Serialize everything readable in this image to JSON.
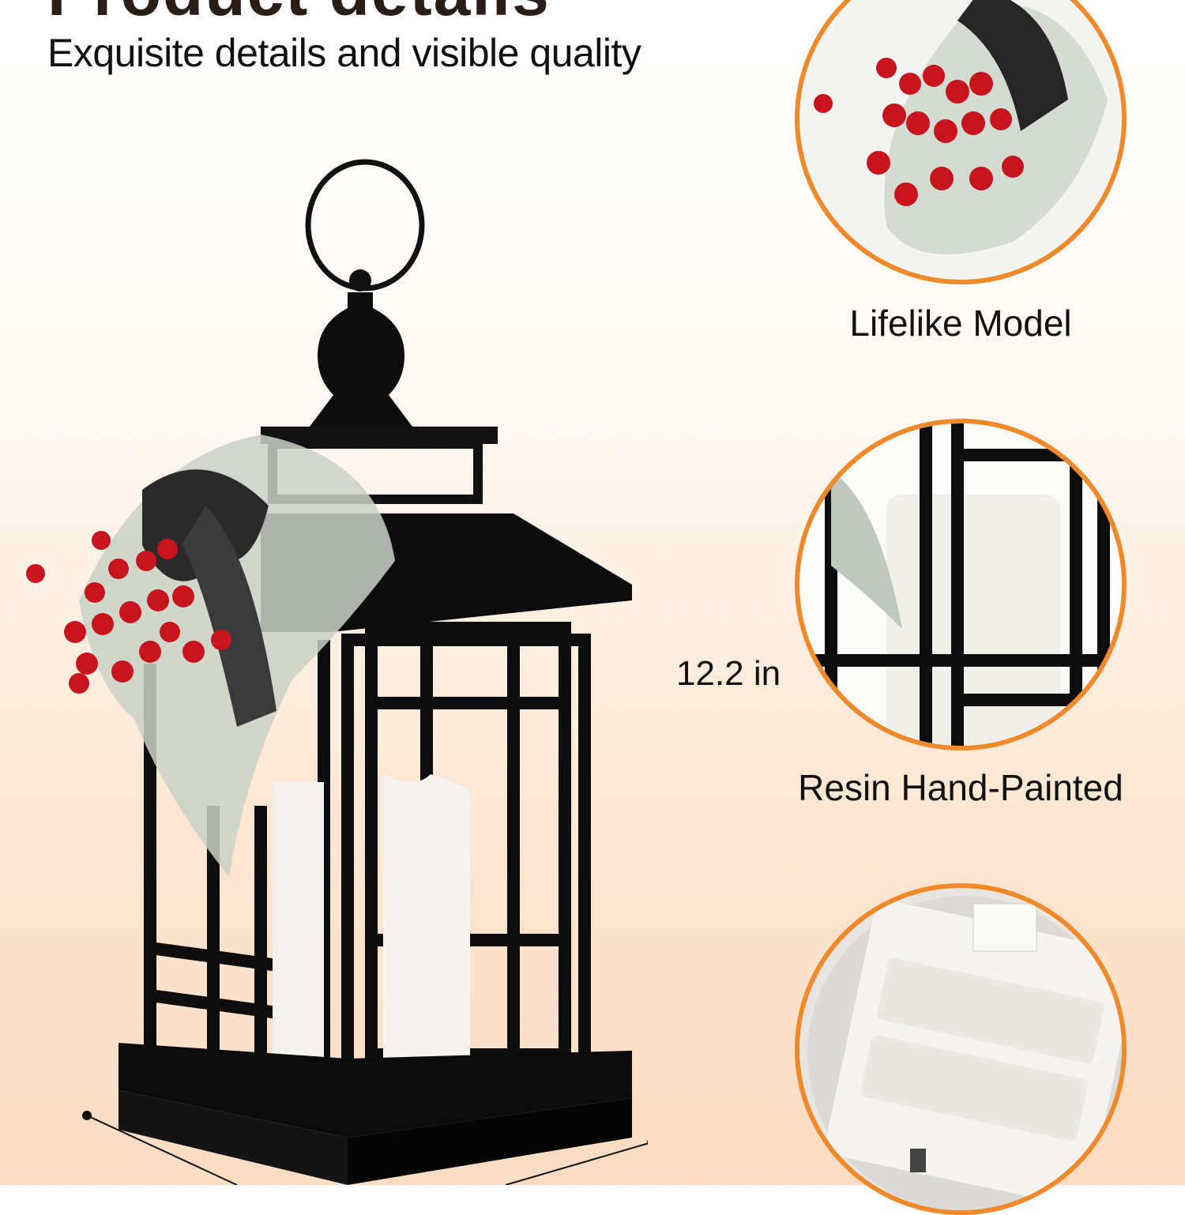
{
  "header": {
    "title": "Product details",
    "subtitle": "Exquisite details and visible quality"
  },
  "dimensions": {
    "height_label": "12.2 in"
  },
  "detail_panels": [
    {
      "caption": "Lifelike Model",
      "icon": "berries-closeup"
    },
    {
      "caption": "Resin Hand-Painted",
      "icon": "candle-closeup"
    },
    {
      "caption": "",
      "icon": "battery-compartment-closeup"
    }
  ],
  "colors": {
    "accent": "#f0892a",
    "lantern": "#0d0d0d",
    "berry": "#c8141e"
  }
}
